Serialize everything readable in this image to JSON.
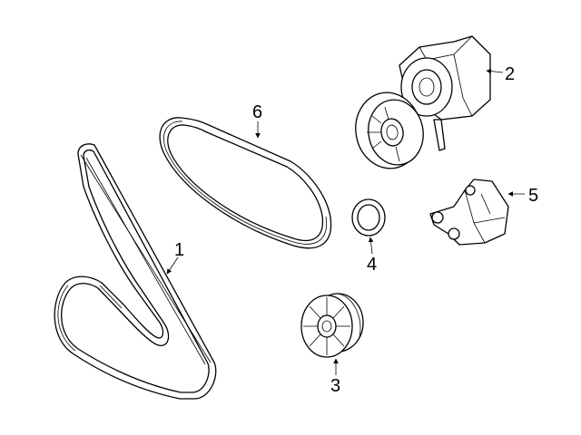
{
  "diagram": {
    "parts": [
      {
        "id": "1",
        "label": "1"
      },
      {
        "id": "2",
        "label": "2"
      },
      {
        "id": "3",
        "label": "3"
      },
      {
        "id": "4",
        "label": "4"
      },
      {
        "id": "5",
        "label": "5"
      },
      {
        "id": "6",
        "label": "6"
      }
    ]
  }
}
